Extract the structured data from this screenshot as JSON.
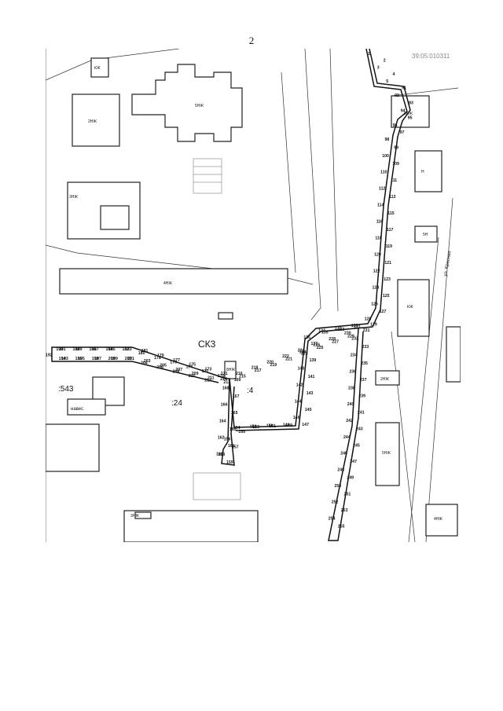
{
  "page": {
    "number": "2"
  },
  "map": {
    "cadastral_number": "39:05:010311",
    "labels": {
      "sk3": "СК3",
      "plot_543": ":543",
      "plot_24": ":24",
      "plot_4": ":4",
      "street": "ул. Красная",
      "naves": "навес"
    },
    "building_labels": [
      "КЖ",
      "2НЖ",
      "5НЖ",
      "4НЖ",
      "3НЖ",
      "8НЖ",
      "Н",
      "5Н"
    ],
    "route_points": [
      "1",
      "2",
      "3",
      "4",
      "5",
      "91",
      "92",
      "93",
      "94",
      "95",
      "96",
      "97",
      "98",
      "99",
      "100",
      "109",
      "110",
      "111",
      "112",
      "113",
      "114",
      "115",
      "116",
      "117",
      "118",
      "119",
      "120",
      "121",
      "122",
      "123",
      "124",
      "125",
      "126",
      "127",
      "128",
      "129",
      "130",
      "131",
      "132",
      "133",
      "134",
      "135",
      "136",
      "137",
      "138",
      "139",
      "140",
      "141",
      "142",
      "143",
      "144",
      "145",
      "146",
      "147",
      "148",
      "149",
      "150",
      "151",
      "152",
      "153",
      "154",
      "155",
      "156",
      "157",
      "158",
      "159",
      "160",
      "161",
      "162",
      "163",
      "164",
      "165",
      "166",
      "167",
      "168",
      "169",
      "170",
      "171",
      "172",
      "173",
      "174",
      "175",
      "176",
      "177",
      "178",
      "179",
      "180",
      "181",
      "182",
      "183",
      "184",
      "185",
      "186",
      "187",
      "188",
      "189",
      "190",
      "191",
      "192",
      "193",
      "194",
      "195",
      "196",
      "197",
      "198",
      "199",
      "200",
      "201",
      "202",
      "203",
      "204",
      "205",
      "206",
      "207",
      "208",
      "209",
      "210",
      "211",
      "212",
      "213",
      "214",
      "215",
      "216",
      "217",
      "218",
      "219",
      "220",
      "221",
      "222",
      "223",
      "224",
      "225",
      "226",
      "227",
      "228",
      "229",
      "230",
      "231",
      "232",
      "233",
      "234",
      "235",
      "236",
      "237",
      "238",
      "239",
      "240",
      "241",
      "242",
      "243",
      "244",
      "245",
      "246",
      "247",
      "248",
      "249",
      "250",
      "251",
      "252",
      "253",
      "254",
      "255"
    ]
  }
}
